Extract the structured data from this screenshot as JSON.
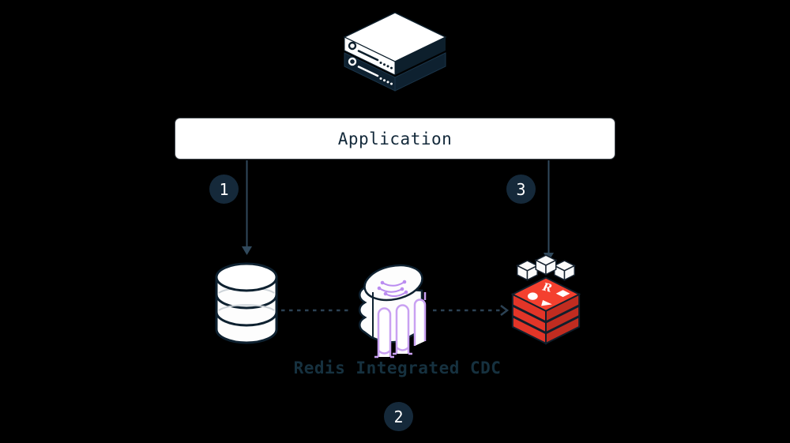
{
  "diagram": {
    "title_none": "",
    "application": {
      "label": "Application"
    },
    "caption": {
      "label": "Redis Integrated CDC"
    },
    "steps": {
      "one": {
        "label": "1"
      },
      "two": {
        "label": "2"
      },
      "three": {
        "label": "3"
      }
    },
    "nodes": {
      "server": "server-stack-icon",
      "database": "database-cylinder-icon",
      "cdc": "cdc-pipeline-icon",
      "redis": "redis-stack-icon"
    },
    "flows": [
      {
        "from": "application",
        "to": "database",
        "step": "1",
        "style": "solid-arrow-down"
      },
      {
        "from": "database",
        "to": "cdc",
        "step": "2",
        "style": "dashed"
      },
      {
        "from": "cdc",
        "to": "redis",
        "step": "2",
        "style": "dashed-arrow-right"
      },
      {
        "from": "application",
        "to": "redis",
        "step": "3",
        "style": "solid-arrow-down"
      }
    ],
    "colors": {
      "background": "#000000",
      "node_surface": "#ffffff",
      "ink_dark": "#0e2130",
      "flow_line": "#31495c",
      "badge_fill": "#15293a",
      "badge_text": "#ffffff",
      "caption_text": "#16313f",
      "redis_red_top": "#f4402f",
      "redis_red_left": "#e23528",
      "redis_red_right": "#c02c20",
      "cdc_purple": "#c9a1f2"
    }
  }
}
